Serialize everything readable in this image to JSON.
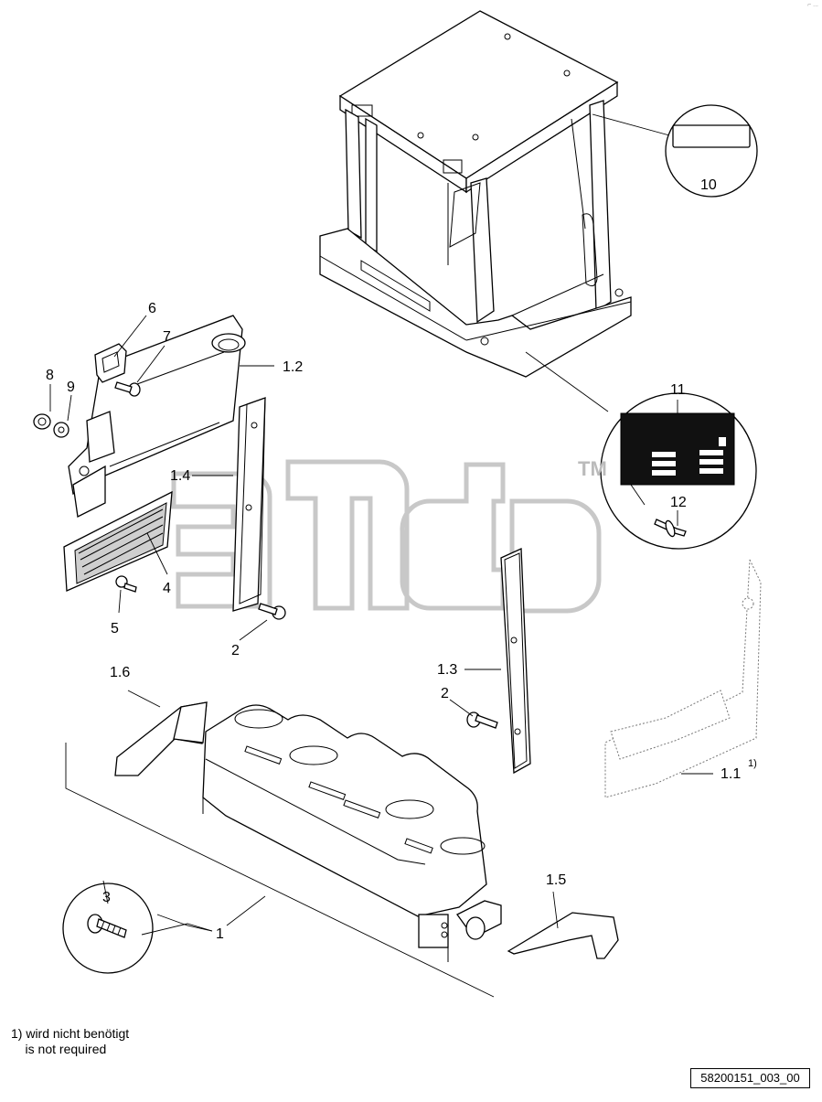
{
  "labels": {
    "l1": "1",
    "l1_1": "1.1",
    "l1_1_sup": "1)",
    "l1_2": "1.2",
    "l1_3": "1.3",
    "l1_4": "1.4",
    "l1_5": "1.5",
    "l1_6": "1.6",
    "l2a": "2",
    "l2b": "2",
    "l3": "3",
    "l4": "4",
    "l5": "5",
    "l6": "6",
    "l7": "7",
    "l8": "8",
    "l9": "9",
    "l10": "10",
    "l11": "11",
    "l12": "12"
  },
  "watermark": {
    "tm": "TM"
  },
  "footnote": {
    "line1": "1) wird nicht benötigt",
    "line2": "    is not required"
  },
  "document_number": "58200151_003_00",
  "corner_mark": "⌐ ..."
}
